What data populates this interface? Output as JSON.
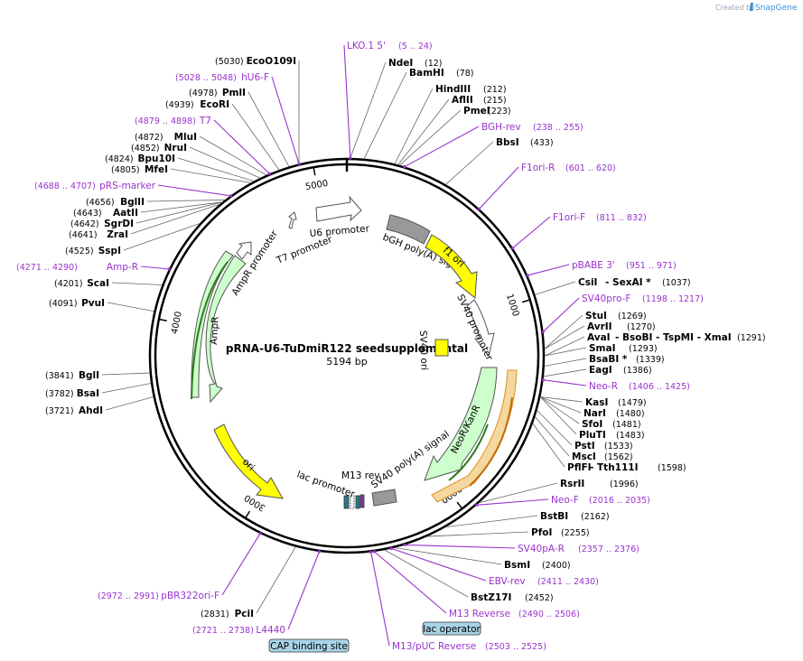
{
  "credit": {
    "prefix": "Created by",
    "brand": "SnapGene"
  },
  "plasmid": {
    "name": "pRNA-U6-TuDmiR122 seedsupplemental",
    "size_label": "5194 bp"
  },
  "ticks": [
    {
      "label": "1000",
      "angle": 73
    },
    {
      "label": "2000",
      "angle": 143
    },
    {
      "label": "3000",
      "angle": 212
    },
    {
      "label": "4000",
      "angle": 281
    },
    {
      "label": "5000",
      "angle": 350
    }
  ],
  "features": [
    {
      "name": "U6 promoter",
      "color": "#ffffff",
      "kind": "arrow"
    },
    {
      "name": "T7 promoter",
      "color": "#ffffff",
      "kind": "arrow"
    },
    {
      "name": "bGH poly(A) signal",
      "color": "#999999",
      "kind": "box"
    },
    {
      "name": "f1 ori",
      "color": "#ffff00",
      "kind": "arrow"
    },
    {
      "name": "SV40 promoter",
      "color": "#ffffff",
      "kind": "arrow"
    },
    {
      "name": "SV40 ori",
      "color": "#ffff00",
      "kind": "box"
    },
    {
      "name": "NeoR/KanR",
      "color": "#ccffcc",
      "kind": "arrow"
    },
    {
      "name": "SV40 poly(A) signal",
      "color": "#999999",
      "kind": "box"
    },
    {
      "name": "M13 rev",
      "color": "#ffffff",
      "kind": "small"
    },
    {
      "name": "lac promoter",
      "color": "#ffffff",
      "kind": "small"
    },
    {
      "name": "ori",
      "color": "#ffff00",
      "kind": "arrow"
    },
    {
      "name": "AmpR",
      "color": "#ccffcc",
      "kind": "arrow"
    },
    {
      "name": "AmpR promoter",
      "color": "#ffffff",
      "kind": "arrow"
    }
  ],
  "sites": [
    {
      "name": "LKO.1 5'",
      "pos": "(5 .. 24)",
      "primer": true
    },
    {
      "name": "NdeI",
      "pos": "(12)",
      "primer": false
    },
    {
      "name": "BamHI",
      "pos": "(78)",
      "primer": false
    },
    {
      "name": "HindIII",
      "pos": "(212)",
      "primer": false
    },
    {
      "name": "AflII",
      "pos": "(215)",
      "primer": false
    },
    {
      "name": "PmeI",
      "pos": "(223)",
      "primer": false
    },
    {
      "name": "BGH-rev",
      "pos": "(238 .. 255)",
      "primer": true
    },
    {
      "name": "BbsI",
      "pos": "(433)",
      "primer": false
    },
    {
      "name": "F1ori-R",
      "pos": "(601 .. 620)",
      "primer": true
    },
    {
      "name": "F1ori-F",
      "pos": "(811 .. 832)",
      "primer": true
    },
    {
      "name": "pBABE 3'",
      "pos": "(951 .. 971)",
      "primer": true
    },
    {
      "name": "CsiI",
      "pos": "- SexAI *",
      "extra": "(1037)",
      "primer": false
    },
    {
      "name": "SV40pro-F",
      "pos": "(1198 .. 1217)",
      "primer": true
    },
    {
      "name": "StuI",
      "pos": "(1269)",
      "primer": false
    },
    {
      "name": "AvrII",
      "pos": "(1270)",
      "primer": false
    },
    {
      "name": "AvaI",
      "pos": "- BsoBI - TspMI - XmaI",
      "extra": "(1291)",
      "primer": false
    },
    {
      "name": "SmaI",
      "pos": "(1293)",
      "primer": false
    },
    {
      "name": "BsaBI *",
      "pos": "(1339)",
      "primer": false
    },
    {
      "name": "EagI",
      "pos": "(1386)",
      "primer": false
    },
    {
      "name": "Neo-R",
      "pos": "(1406 .. 1425)",
      "primer": true
    },
    {
      "name": "KasI",
      "pos": "(1479)",
      "primer": false
    },
    {
      "name": "NarI",
      "pos": "(1480)",
      "primer": false
    },
    {
      "name": "SfoI",
      "pos": "(1481)",
      "primer": false
    },
    {
      "name": "PluTI",
      "pos": "(1483)",
      "primer": false
    },
    {
      "name": "PstI",
      "pos": "(1533)",
      "primer": false
    },
    {
      "name": "MscI",
      "pos": "(1562)",
      "primer": false
    },
    {
      "name": "PflFI",
      "pos": "- Tth111I",
      "extra": "(1598)",
      "primer": false
    },
    {
      "name": "RsrII",
      "pos": "(1996)",
      "primer": false
    },
    {
      "name": "Neo-F",
      "pos": "(2016 .. 2035)",
      "primer": true
    },
    {
      "name": "BstBI",
      "pos": "(2162)",
      "primer": false
    },
    {
      "name": "PfoI",
      "pos": "(2255)",
      "primer": false
    },
    {
      "name": "SV40pA-R",
      "pos": "(2357 .. 2376)",
      "primer": true
    },
    {
      "name": "BsmI",
      "pos": "(2400)",
      "primer": false
    },
    {
      "name": "EBV-rev",
      "pos": "(2411 .. 2430)",
      "primer": true
    },
    {
      "name": "BstZ17I",
      "pos": "(2452)",
      "primer": false
    },
    {
      "name": "M13 Reverse",
      "pos": "(2490 .. 2506)",
      "primer": true
    },
    {
      "name": "M13/pUC Reverse",
      "pos": "(2503 .. 2525)",
      "primer": true
    },
    {
      "name": "L4440",
      "pos": "(2721 .. 2738)",
      "primer": true
    },
    {
      "name": "PciI",
      "pos": "(2831)",
      "primer": false
    },
    {
      "name": "pBR322ori-F",
      "pos": "(2972 .. 2991)",
      "primer": true
    },
    {
      "name": "AhdI",
      "pos": "(3721)",
      "primer": false
    },
    {
      "name": "BsaI",
      "pos": "(3782)",
      "primer": false
    },
    {
      "name": "BglI",
      "pos": "(3841)",
      "primer": false
    },
    {
      "name": "PvuI",
      "pos": "(4091)",
      "primer": false
    },
    {
      "name": "ScaI",
      "pos": "(4201)",
      "primer": false
    },
    {
      "name": "Amp-R",
      "pos": "(4271 .. 4290)",
      "primer": true
    },
    {
      "name": "SspI",
      "pos": "(4525)",
      "primer": false
    },
    {
      "name": "ZraI",
      "pos": "(4641)",
      "primer": false
    },
    {
      "name": "SgrDI",
      "pos": "(4642)",
      "primer": false
    },
    {
      "name": "AatII",
      "pos": "(4643)",
      "primer": false
    },
    {
      "name": "BglII",
      "pos": "(4656)",
      "primer": false
    },
    {
      "name": "pRS-marker",
      "pos": "(4688 .. 4707)",
      "primer": true
    },
    {
      "name": "MfeI",
      "pos": "(4805)",
      "primer": false
    },
    {
      "name": "Bpu10I",
      "pos": "(4824)",
      "primer": false
    },
    {
      "name": "NruI",
      "pos": "(4852)",
      "primer": false
    },
    {
      "name": "MluI",
      "pos": "(4872)",
      "primer": false
    },
    {
      "name": "T7",
      "pos": "(4879 .. 4898)",
      "primer": true
    },
    {
      "name": "EcoRI",
      "pos": "(4939)",
      "primer": false
    },
    {
      "name": "PmlI",
      "pos": "(4978)",
      "primer": false
    },
    {
      "name": "hU6-F",
      "pos": "(5028 .. 5048)",
      "primer": true
    },
    {
      "name": "EcoO109I",
      "pos": "(5030)",
      "primer": false
    }
  ],
  "boxes": [
    {
      "name": "lac operator",
      "color": "#a8d4e8"
    },
    {
      "name": "CAP binding site",
      "color": "#a8d4e8"
    }
  ]
}
